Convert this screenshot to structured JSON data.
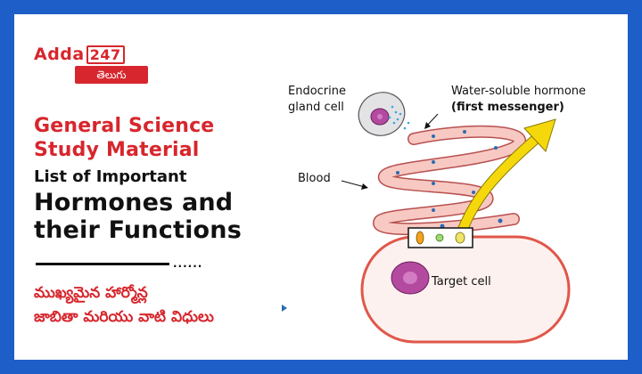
{
  "logo": {
    "brand": "Adda",
    "number": "247",
    "language": "తెలుగు"
  },
  "title": {
    "line1": "General Science",
    "line2": "Study Material"
  },
  "subtitle": "List of Important",
  "headline": {
    "line1": "Hormones and",
    "line2": "their Functions"
  },
  "divider_dots": "......",
  "telugu_title": {
    "line1": "ముఖ్యమైన హార్మోన్ల",
    "line2": "జాబితా మరియు వాటి విధులు"
  },
  "diagram": {
    "endocrine_label": {
      "line1": "Endocrine",
      "line2": "gland cell"
    },
    "hormone_label": "Water-soluble hormone",
    "messenger_label": "(first messenger)",
    "blood_label": "Blood",
    "target_label": "Target cell"
  },
  "colors": {
    "frame": "#1e5ec8",
    "brand_red": "#d7262d",
    "vessel": "#f7c9c2",
    "arrow": "#f5d80c"
  }
}
